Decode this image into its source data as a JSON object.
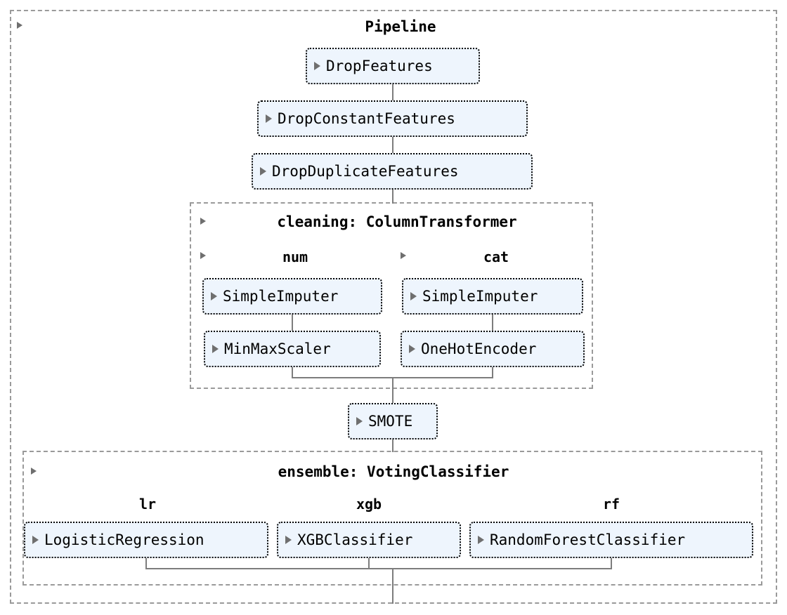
{
  "pipeline": {
    "title": "Pipeline",
    "toggle_icon": "triangle-right-icon",
    "steps": [
      {
        "name": "DropFeatures"
      },
      {
        "name": "DropConstantFeatures"
      },
      {
        "name": "DropDuplicateFeatures"
      }
    ],
    "column_transformer": {
      "title": "cleaning: ColumnTransformer",
      "toggle_icon": "triangle-right-icon",
      "columns": [
        {
          "label": "num",
          "toggle_icon": "triangle-right-icon",
          "steps": [
            {
              "name": "SimpleImputer"
            },
            {
              "name": "MinMaxScaler"
            }
          ]
        },
        {
          "label": "cat",
          "toggle_icon": "triangle-right-icon",
          "steps": [
            {
              "name": "SimpleImputer"
            },
            {
              "name": "OneHotEncoder"
            }
          ]
        }
      ]
    },
    "resampler": {
      "name": "SMOTE"
    },
    "ensemble": {
      "title": "ensemble: VotingClassifier",
      "toggle_icon": "triangle-right-icon",
      "estimators": [
        {
          "label": "lr",
          "name": "LogisticRegression"
        },
        {
          "label": "xgb",
          "name": "XGBClassifier"
        },
        {
          "label": "rf",
          "name": "RandomForestClassifier"
        }
      ]
    }
  },
  "colors": {
    "box_fill": "#eef5fd",
    "box_border": "#000000",
    "container_border": "#9a9a9a",
    "connector": "#7d7d7d",
    "toggle": "#6f6f6f"
  }
}
